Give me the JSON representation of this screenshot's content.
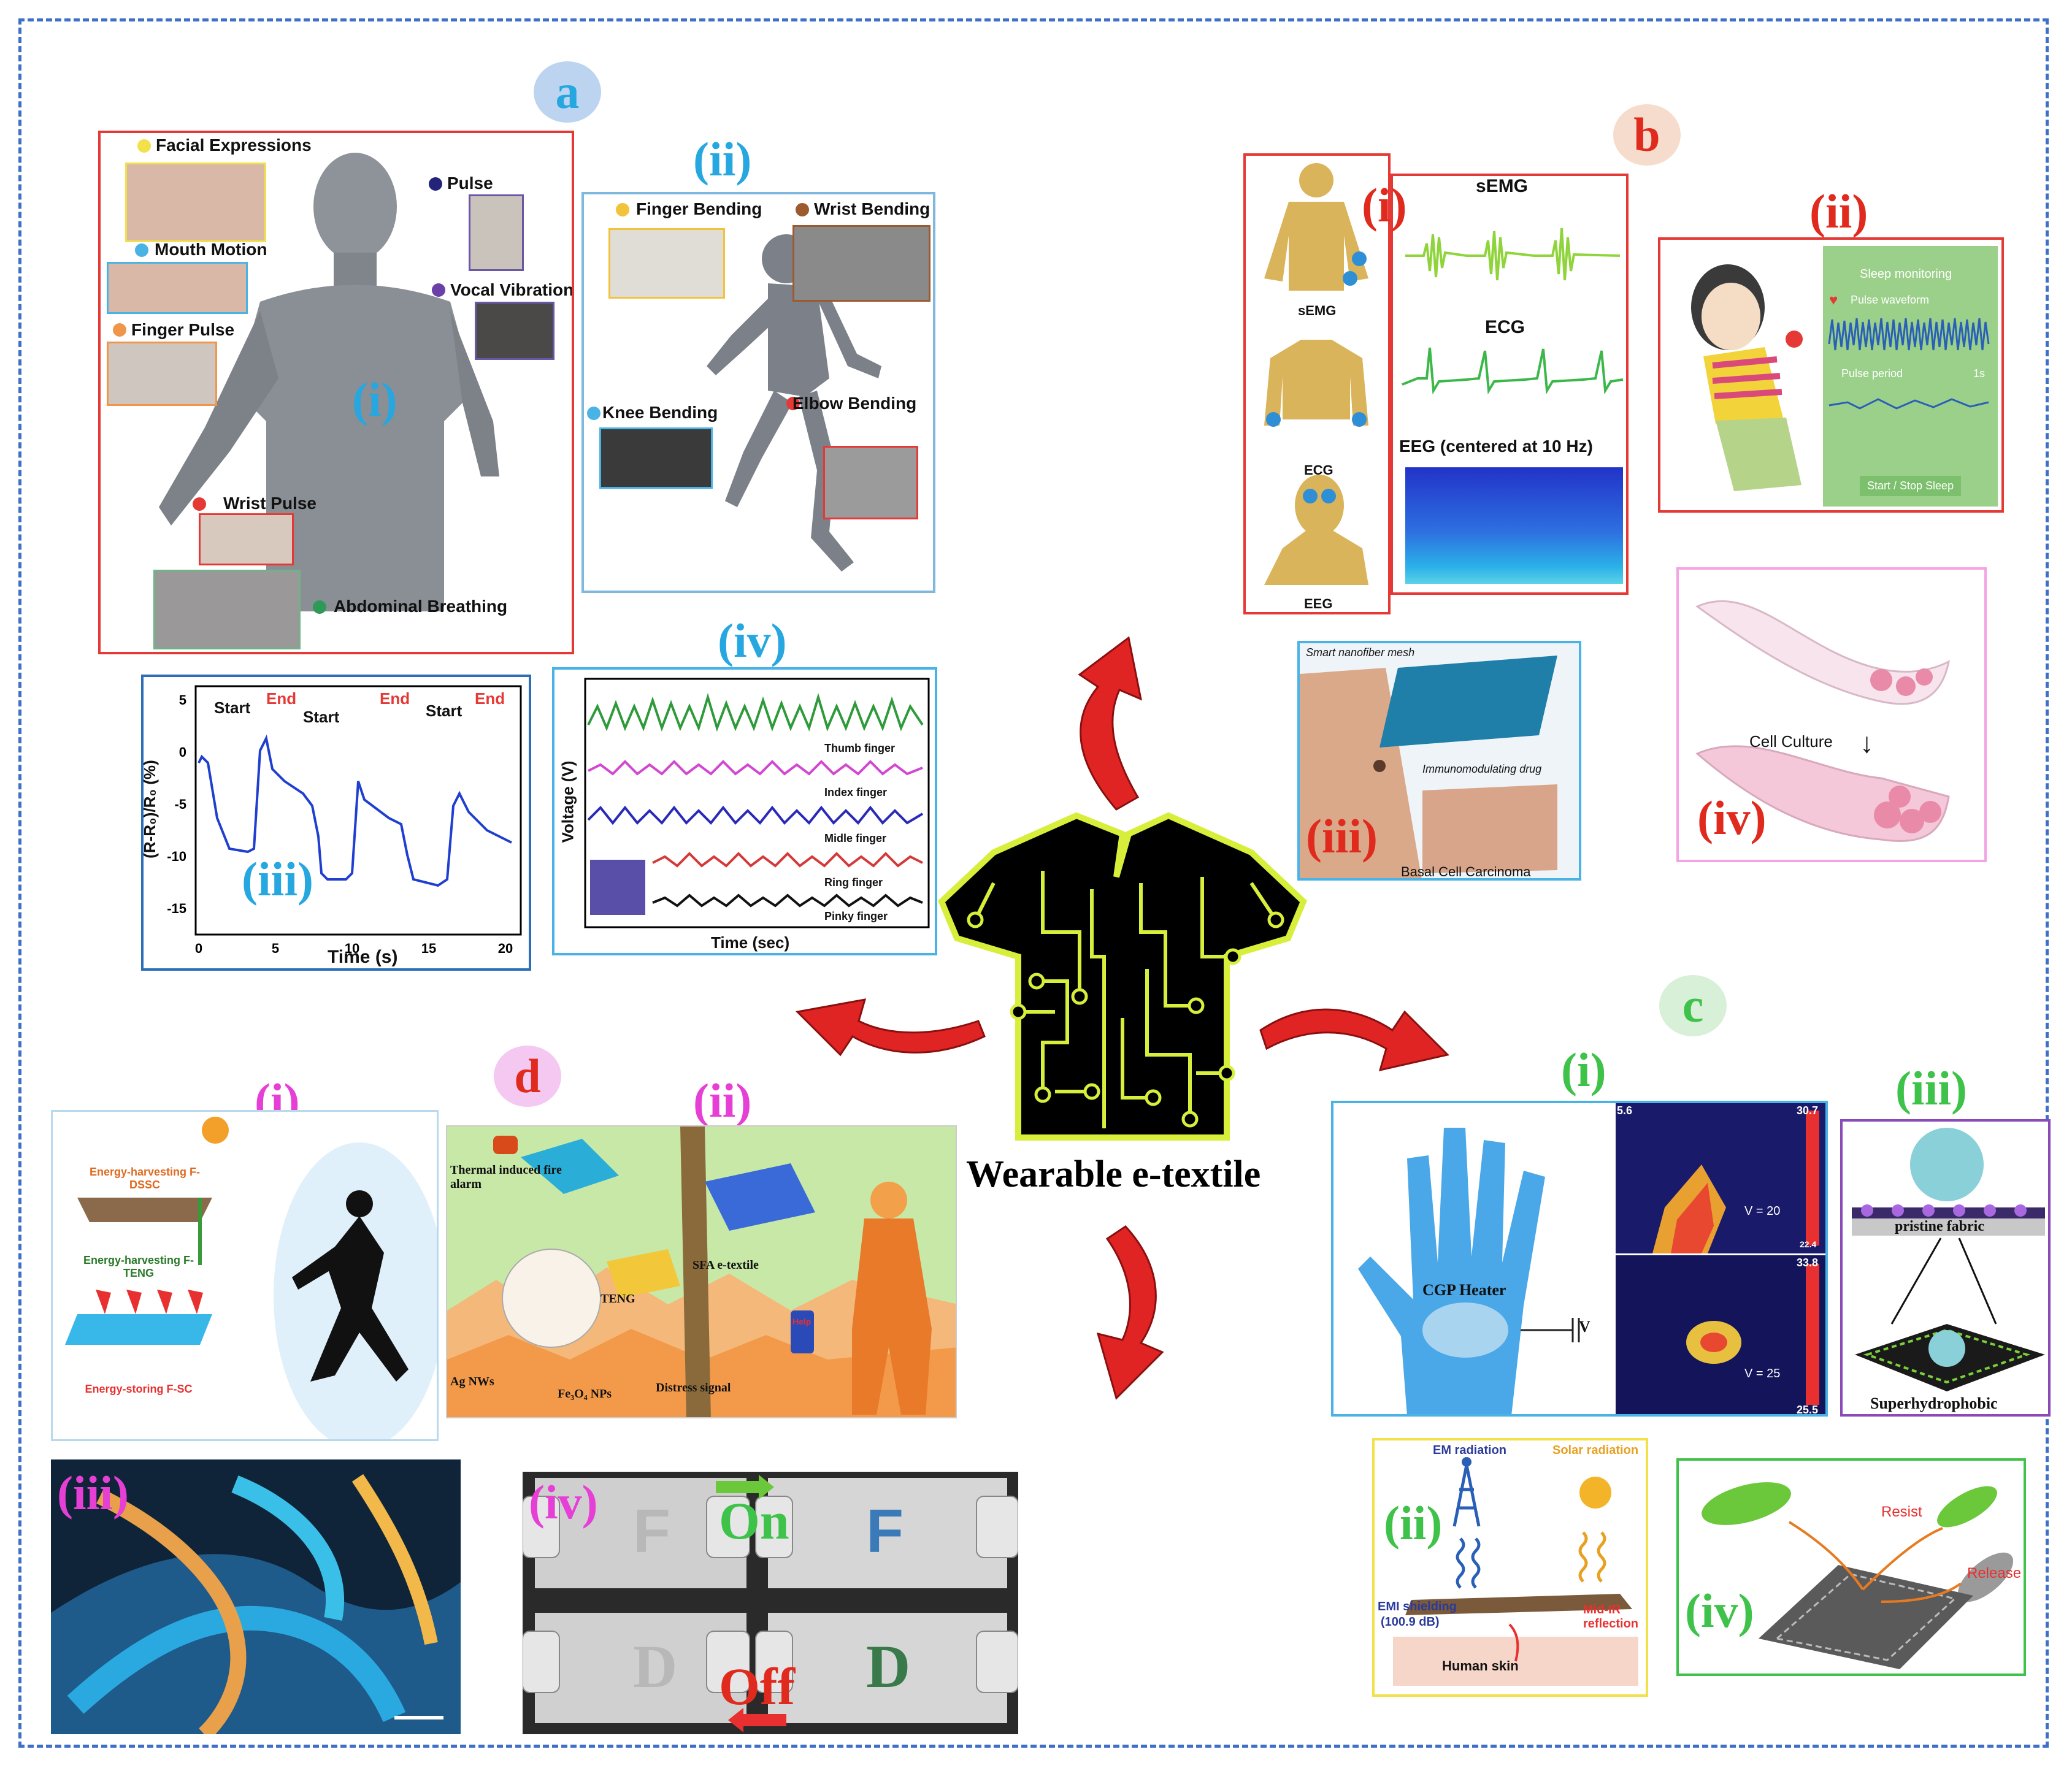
{
  "central": {
    "title": "Wearable e-textile"
  },
  "panel_labels": {
    "a": "a",
    "b": "b",
    "c": "c",
    "d": "d"
  },
  "a": {
    "i": {
      "label": "(i)",
      "items": [
        "Facial Expressions",
        "Pulse",
        "Mouth Motion",
        "Vocal Vibration",
        "Finger Pulse",
        "Wrist Pulse",
        "Abdominal Breathing"
      ]
    },
    "ii": {
      "label": "(ii)",
      "items": [
        "Finger Bending",
        "Wrist Bending",
        "Knee Bending",
        "Elbow Bending"
      ]
    },
    "iii": {
      "label": "(iii)",
      "annotations": [
        "Start",
        "End",
        "Start",
        "End",
        "Start",
        "End"
      ],
      "xlabel": "Time (s)",
      "ylabel": "(R-R₀)/R₀ (%)"
    },
    "iv": {
      "label": "(iv)",
      "xlabel": "Time (sec)",
      "ylabel": "Voltage (V)",
      "series": [
        "Thumb finger",
        "Index finger",
        "Midle finger",
        "Ring finger",
        "Pinky finger"
      ]
    }
  },
  "b": {
    "i": {
      "label": "(i)",
      "signals": [
        "sEMG",
        "ECG",
        "EEG (centered at 10 Hz)"
      ],
      "body_labels": [
        "sEMG",
        "ECG",
        "EEG"
      ]
    },
    "ii": {
      "label": "(ii)",
      "app_title": "Sleep monitoring",
      "app_waveform": "Pulse waveform",
      "app_period": "Pulse period",
      "app_period_value": "1s",
      "app_button": "Start / Stop Sleep"
    },
    "iii": {
      "label": "(iii)",
      "top": "Smart nanofiber mesh",
      "drug": "Immunomodulating drug",
      "bottom": "Basal Cell Carcinoma"
    },
    "iv": {
      "label": "(iv)",
      "text": "Cell Culture"
    }
  },
  "c": {
    "i": {
      "label": "(i)",
      "heater": "CGP Heater",
      "v_symbol": "V",
      "v1": "V = 20",
      "v2": "V = 25",
      "t1_low": "5.6",
      "t1_high": "30.7",
      "t1_min": "22.4",
      "t2_high": "33.8",
      "t2_min": "25.5"
    },
    "ii": {
      "label": "(ii)",
      "em": "EM radiation",
      "solar": "Solar radiation",
      "emi": "EMI shielding",
      "emi_value": "(100.9 dB)",
      "midir": "Mid-IR reflection",
      "skin": "Human skin"
    },
    "iii": {
      "label": "(iii)",
      "top": "pristine fabric",
      "bottom": "Superhydrophobic"
    },
    "iv": {
      "label": "(iv)",
      "resist": "Resist",
      "release": "Release"
    }
  },
  "d": {
    "i": {
      "label": "(i)",
      "dssc": "Energy-harvesting F-DSSC",
      "teng": "Energy-harvesting F-TENG",
      "sc": "Energy-storing F-SC"
    },
    "ii": {
      "label": "(ii)",
      "alarm": "Thermal induced fire alarm",
      "sfa": "SFA e-textile",
      "teng": "TENG",
      "agnw": "Ag NWs",
      "fe3o4": "Fe₃O₄ NPs",
      "distress": "Distress signal",
      "help": "Help"
    },
    "iii": {
      "label": "(iii)"
    },
    "iv": {
      "label": "(iv)",
      "on": "On",
      "off": "Off",
      "letters": [
        "F",
        "F",
        "D",
        "D"
      ]
    }
  },
  "colors": {
    "frame": "#3f6fc6",
    "arrow": "#e02424",
    "shirt_line": "#d7ef3a",
    "a_label": "#27a7e0",
    "b_label": "#e02a1e",
    "c_label": "#3ec24a",
    "d_label": "#e63fd6"
  }
}
